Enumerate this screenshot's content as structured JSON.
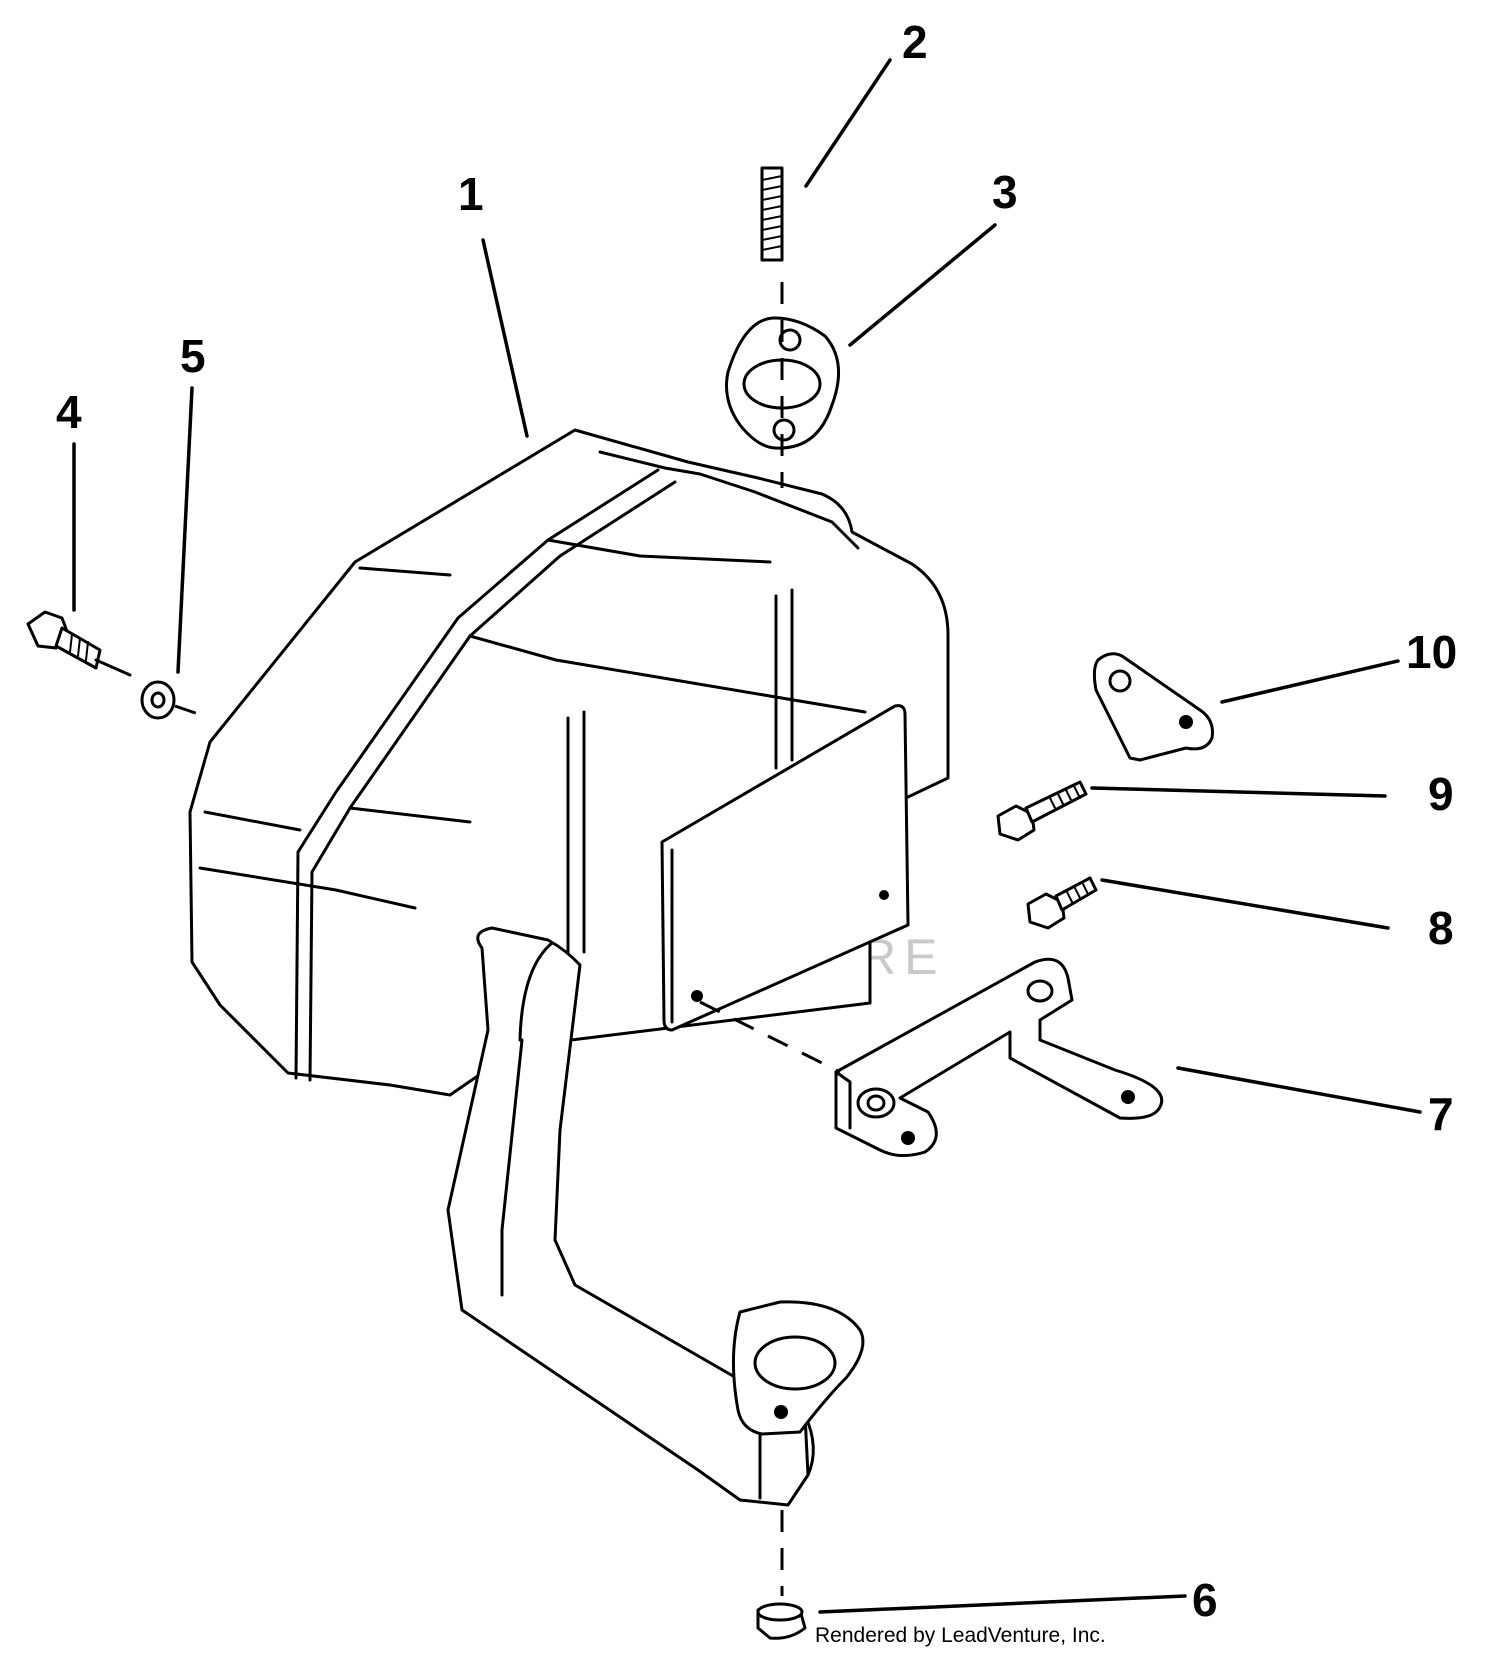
{
  "diagram": {
    "callouts": [
      {
        "id": "1",
        "label": "1"
      },
      {
        "id": "2",
        "label": "2"
      },
      {
        "id": "3",
        "label": "3"
      },
      {
        "id": "4",
        "label": "4"
      },
      {
        "id": "5",
        "label": "5"
      },
      {
        "id": "6",
        "label": "6"
      },
      {
        "id": "7",
        "label": "7"
      },
      {
        "id": "8",
        "label": "8"
      },
      {
        "id": "9",
        "label": "9"
      },
      {
        "id": "10",
        "label": "10"
      }
    ],
    "watermark": "LEADVENTURE",
    "credit": "Rendered by LeadVenture, Inc."
  },
  "colors": {
    "line": "#000000",
    "background": "#ffffff",
    "watermark": "#c9c9c9"
  }
}
